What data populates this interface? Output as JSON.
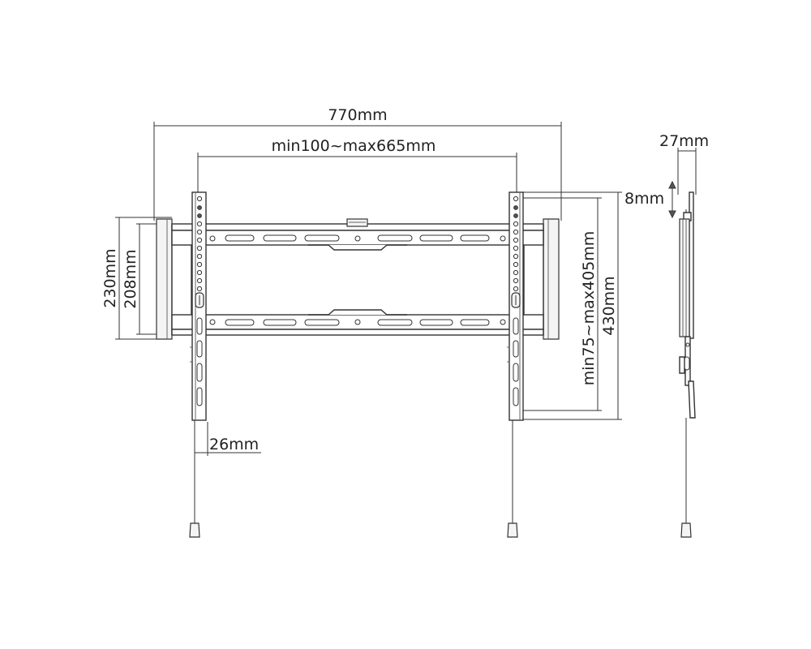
{
  "dimensions": {
    "overall_width": "770mm",
    "vesa_horizontal": "min100~max665mm",
    "outer_height": "230mm",
    "inner_height": "208mm",
    "vesa_vertical": "min75~max405mm",
    "arm_height": "430mm",
    "arm_width": "26mm",
    "profile_depth": "27mm",
    "tilt_adjust": "8mm"
  },
  "colors": {
    "line": "#333333",
    "text": "#222222",
    "background": "#ffffff"
  }
}
